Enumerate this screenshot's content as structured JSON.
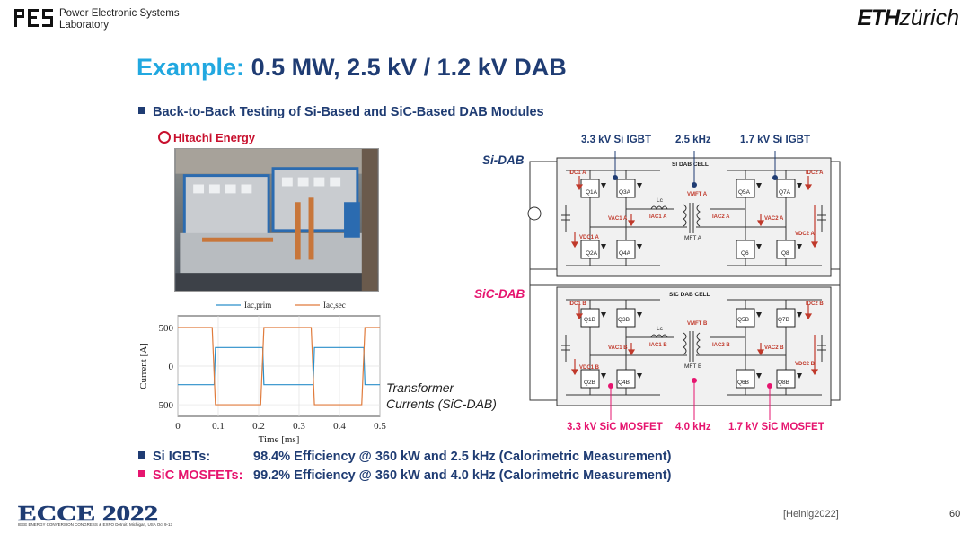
{
  "header": {
    "lab_line1": "Power Electronic Systems",
    "lab_line2": "Laboratory",
    "eth_bold": "ETH",
    "eth_rest": "zürich"
  },
  "slide": {
    "title_prefix": "Example:",
    "title_main": "0.5 MW, 2.5 kV / 1.2 kV DAB",
    "subtitle": "Back-to-Back Testing of Si-Based and SiC-Based DAB Modules",
    "hitachi": "Hitachi Energy",
    "caption_line1": "Transformer",
    "caption_line2": "Currents (SiC-DAB)",
    "bullet_si_label": "Si IGBTs:",
    "bullet_si_text": "98.4% Efficiency @ 360 kW and 2.5 kHz (Calorimetric Measurement)",
    "bullet_sic_label": "SiC MOSFETs:",
    "bullet_sic_text": "99.2% Efficiency @ 360 kW and 4.0 kHz (Calorimetric Measurement)",
    "reference": "[Heinig2022]",
    "page_number": "60",
    "conference": "ECCE 2022",
    "conference_sub": "IEEE ENERGY CONVERSION CONGRESS & EXPO Detroit, Michigan, USA Oct 9-13"
  },
  "circuit": {
    "si_dab": "Si-DAB",
    "sic_dab": "SiC-DAB",
    "si_cell": "SI DAB CELL",
    "sic_cell": "SIC DAB CELL",
    "top_left": "3.3 kV Si IGBT",
    "top_mid": "2.5 kHz",
    "top_right": "1.7 kV Si IGBT",
    "bot_left": "3.3 kV SiC MOSFET",
    "bot_mid": "4.0 kHz",
    "bot_right": "1.7 kV SiC MOSFET",
    "mft_a": "MFT A",
    "mft_b": "MFT B",
    "lc": "Lc",
    "labels_a": [
      "IDC1 A",
      "IDC2 A",
      "VMFT A",
      "IAC1 A",
      "IAC2 A",
      "VAC1 A",
      "VAC2 A",
      "VDC1 A",
      "VDC2 A"
    ],
    "labels_b": [
      "IDC1 B",
      "IDC2 B",
      "VMFT B",
      "IAC1 B",
      "IAC2 B",
      "VAC1 B",
      "VAC2 B",
      "VDC1 B",
      "VDC2 B"
    ],
    "switches_a": [
      "Q1A",
      "Q3A",
      "Q5A",
      "Q7A",
      "Q2A",
      "Q4A",
      "Q6",
      "Q8"
    ],
    "switches_b": [
      "Q1B",
      "Q3B",
      "Q5B",
      "Q7B",
      "Q2B",
      "Q4B",
      "Q6B",
      "Q8B"
    ],
    "colors": {
      "navy": "#1f3c73",
      "pink": "#e6156f",
      "red": "#c0392b"
    }
  },
  "chart_data": {
    "type": "line",
    "title": "",
    "xlabel": "Time [ms]",
    "ylabel": "Current [A]",
    "xlim": [
      0,
      0.5
    ],
    "ylim": [
      -650,
      650
    ],
    "x_ticks": [
      "0",
      "0.1",
      "0.2",
      "0.3",
      "0.4",
      "0.5"
    ],
    "y_ticks": [
      "500",
      "0",
      "-500"
    ],
    "grid": true,
    "legend": "top",
    "series": [
      {
        "name": "Iac,prim",
        "color": "#2a8fc9",
        "x": [
          0,
          0.09,
          0.093,
          0.21,
          0.213,
          0.335,
          0.338,
          0.46,
          0.463,
          0.5
        ],
        "y": [
          -240,
          -240,
          240,
          240,
          -240,
          -240,
          240,
          240,
          -240,
          -240
        ]
      },
      {
        "name": "Iac,sec",
        "color": "#e07b3c",
        "x": [
          0,
          0.085,
          0.093,
          0.205,
          0.213,
          0.33,
          0.338,
          0.455,
          0.463,
          0.5
        ],
        "y": [
          500,
          500,
          -500,
          -500,
          500,
          500,
          -500,
          -500,
          500,
          500
        ]
      }
    ]
  }
}
